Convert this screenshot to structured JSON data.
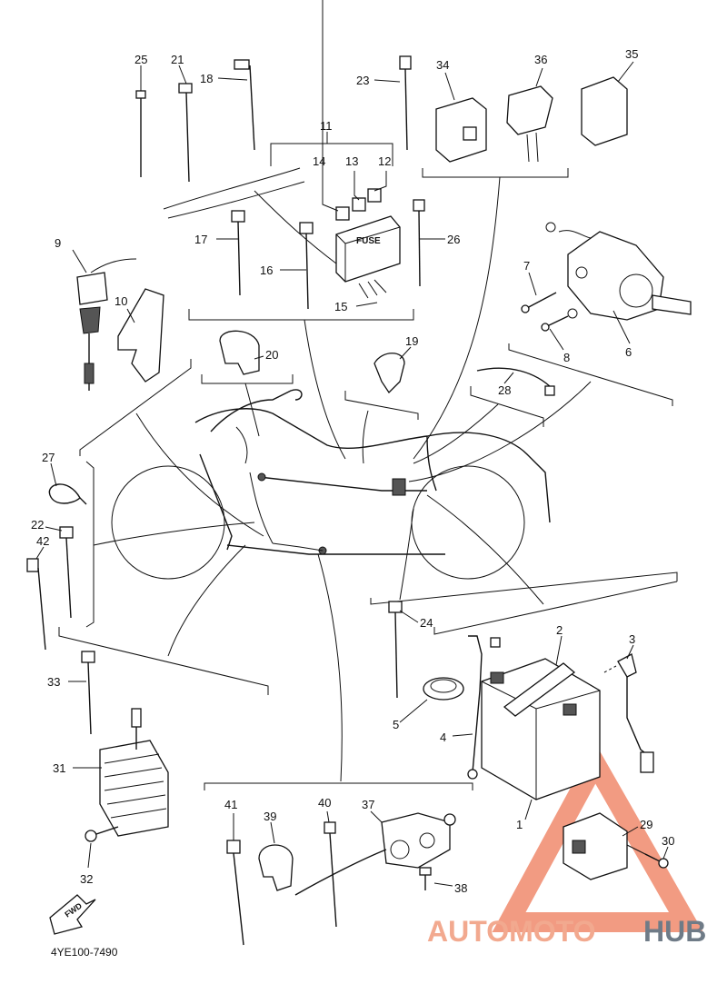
{
  "diagram": {
    "document_code": "4YE100-7490",
    "watermark": {
      "part1": "AUTOMOTO",
      "part2": "HUB",
      "color_red": "#f08a6c",
      "color_gray": "#6f7b87"
    },
    "fuse_box_label": "FUSE",
    "forward_arrow_label": "FWD",
    "part_numbers": {
      "p1": "1",
      "p2": "2",
      "p3": "3",
      "p4": "4",
      "p5": "5",
      "p6": "6",
      "p7": "7",
      "p8": "8",
      "p9": "9",
      "p10": "10",
      "p11": "11",
      "p12": "12",
      "p13": "13",
      "p14": "14",
      "p15": "15",
      "p16": "16",
      "p17": "17",
      "p18": "18",
      "p19": "19",
      "p20": "20",
      "p21": "21",
      "p22": "22",
      "p23": "23",
      "p24": "24",
      "p25": "25",
      "p26": "26",
      "p27": "27",
      "p28": "28",
      "p29": "29",
      "p30": "30",
      "p31": "31",
      "p32": "32",
      "p33": "33",
      "p34": "34",
      "p35": "35",
      "p36": "36",
      "p37": "37",
      "p38": "38",
      "p39": "39",
      "p40": "40",
      "p41": "41",
      "p42": "42"
    }
  }
}
